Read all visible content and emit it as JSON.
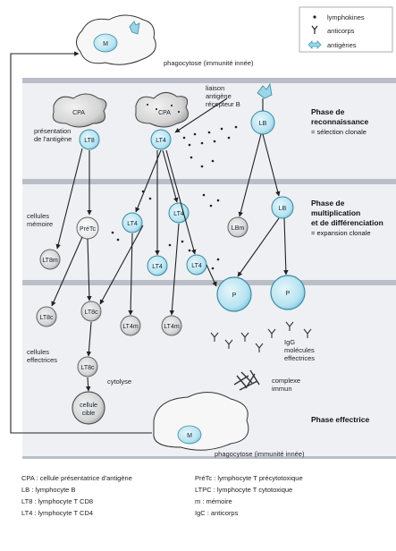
{
  "legend": {
    "lymphokines": "lymphokines",
    "anticorps": "anticorps",
    "antigenes": "antigènes"
  },
  "phases": {
    "reconnaissance_title_1": "Phase de",
    "reconnaissance_title_2": "reconnaissance",
    "reconnaissance_sub": "= sélection clonale",
    "multiplication_title_1": "Phase de",
    "multiplication_title_2": "multiplication",
    "multiplication_title_3": "et de différenciation",
    "multiplication_sub": "= expansion clonale",
    "effectrice_title": "Phase effectrice"
  },
  "labels": {
    "phagocytose_top": "phagocytose (immunité innée)",
    "phagocytose_bottom": "phagocytose (immunité innée)",
    "liaison_1": "liaison",
    "liaison_2": "antigène",
    "liaison_3": "récepteur B",
    "presentation_1": "présentation",
    "presentation_2": "de l'antigène",
    "cellules_memoire_1": "cellules",
    "cellules_memoire_2": "mémoire",
    "cellules_effectrices_1": "cellules",
    "cellules_effectrices_2": "effectrices",
    "cytolyse": "cytolyse",
    "igg_1": "IgG",
    "igg_2": "molécules",
    "igg_3": "effectrices",
    "complexe_1": "complexe",
    "complexe_2": "immun"
  },
  "cells": {
    "m_top": "M",
    "m_bottom": "M",
    "cpa_left": "CPA",
    "cpa_right": "CPA",
    "lt8": "LT8",
    "lt4_top": "LT4",
    "lb_top": "LB",
    "lb_mid": "LB",
    "lbm": "LBm",
    "pretc": "PréTc",
    "lt8m": "LT8m",
    "lt4_a": "LT4",
    "lt4_b": "LT4",
    "lt4_c": "LT4",
    "lt4_d": "LT4",
    "p_left": "P",
    "p_right": "P",
    "lt8c_a": "LT8c",
    "lt8c_b": "LT8c",
    "lt8c_c": "LT8c",
    "lt4m_a": "LT4m",
    "lt4m_b": "LT4m",
    "cellule_cible_1": "cellule",
    "cellule_cible_2": "cible"
  },
  "abbreviations_left": [
    "CPA : cellule présentatrice d'antigène",
    "LB  : lymphocyte B",
    "LT8 : lymphocyte T CD8",
    "LT4 : lymphocyte T CD4"
  ],
  "abbreviations_right": [
    "PréTc : lymphocyte T précytotoxique",
    "LTPC : lymphocyte T cytotoxique",
    "m   : mémoire",
    "IgC  : anticorps"
  ],
  "colors": {
    "cell_blue": "#8fd0e4",
    "cell_grey": "#c9c9c9",
    "band": "#eef0f4",
    "separator": "#b9bec8"
  }
}
